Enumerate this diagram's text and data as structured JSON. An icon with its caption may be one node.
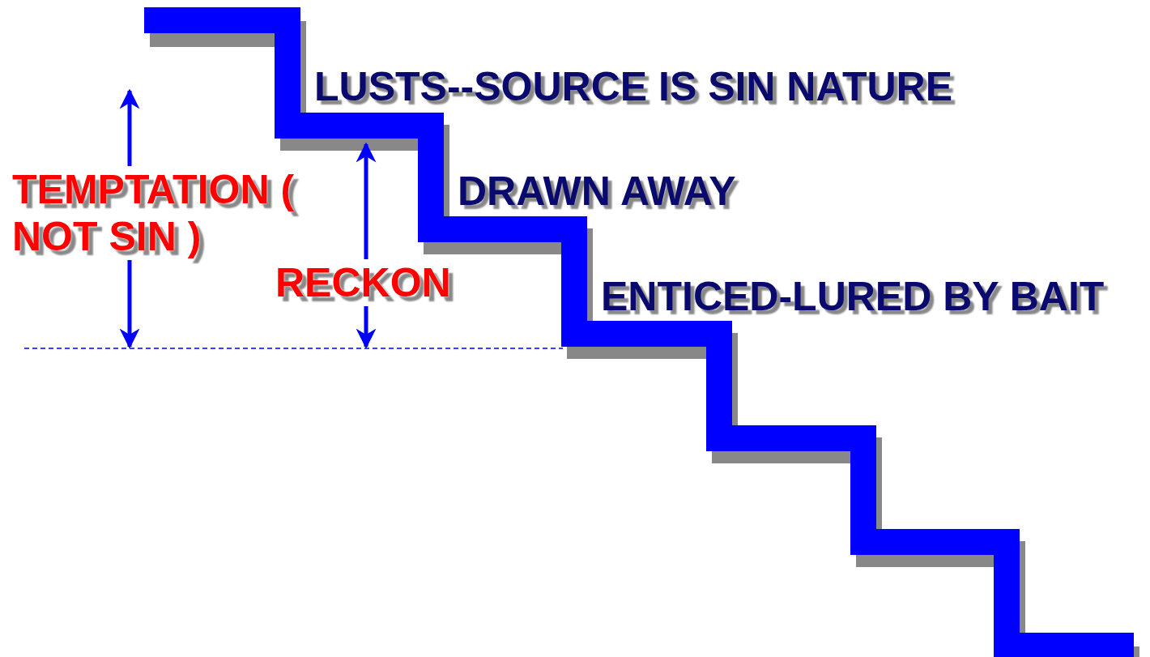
{
  "diagram": {
    "labels": [
      "LUSTS--SOURCE IS SIN NATURE",
      "DRAWN AWAY",
      "ENTICED-LURED BY BAIT",
      "TEMPTATION ( NOT SIN )",
      "RECKON"
    ]
  }
}
